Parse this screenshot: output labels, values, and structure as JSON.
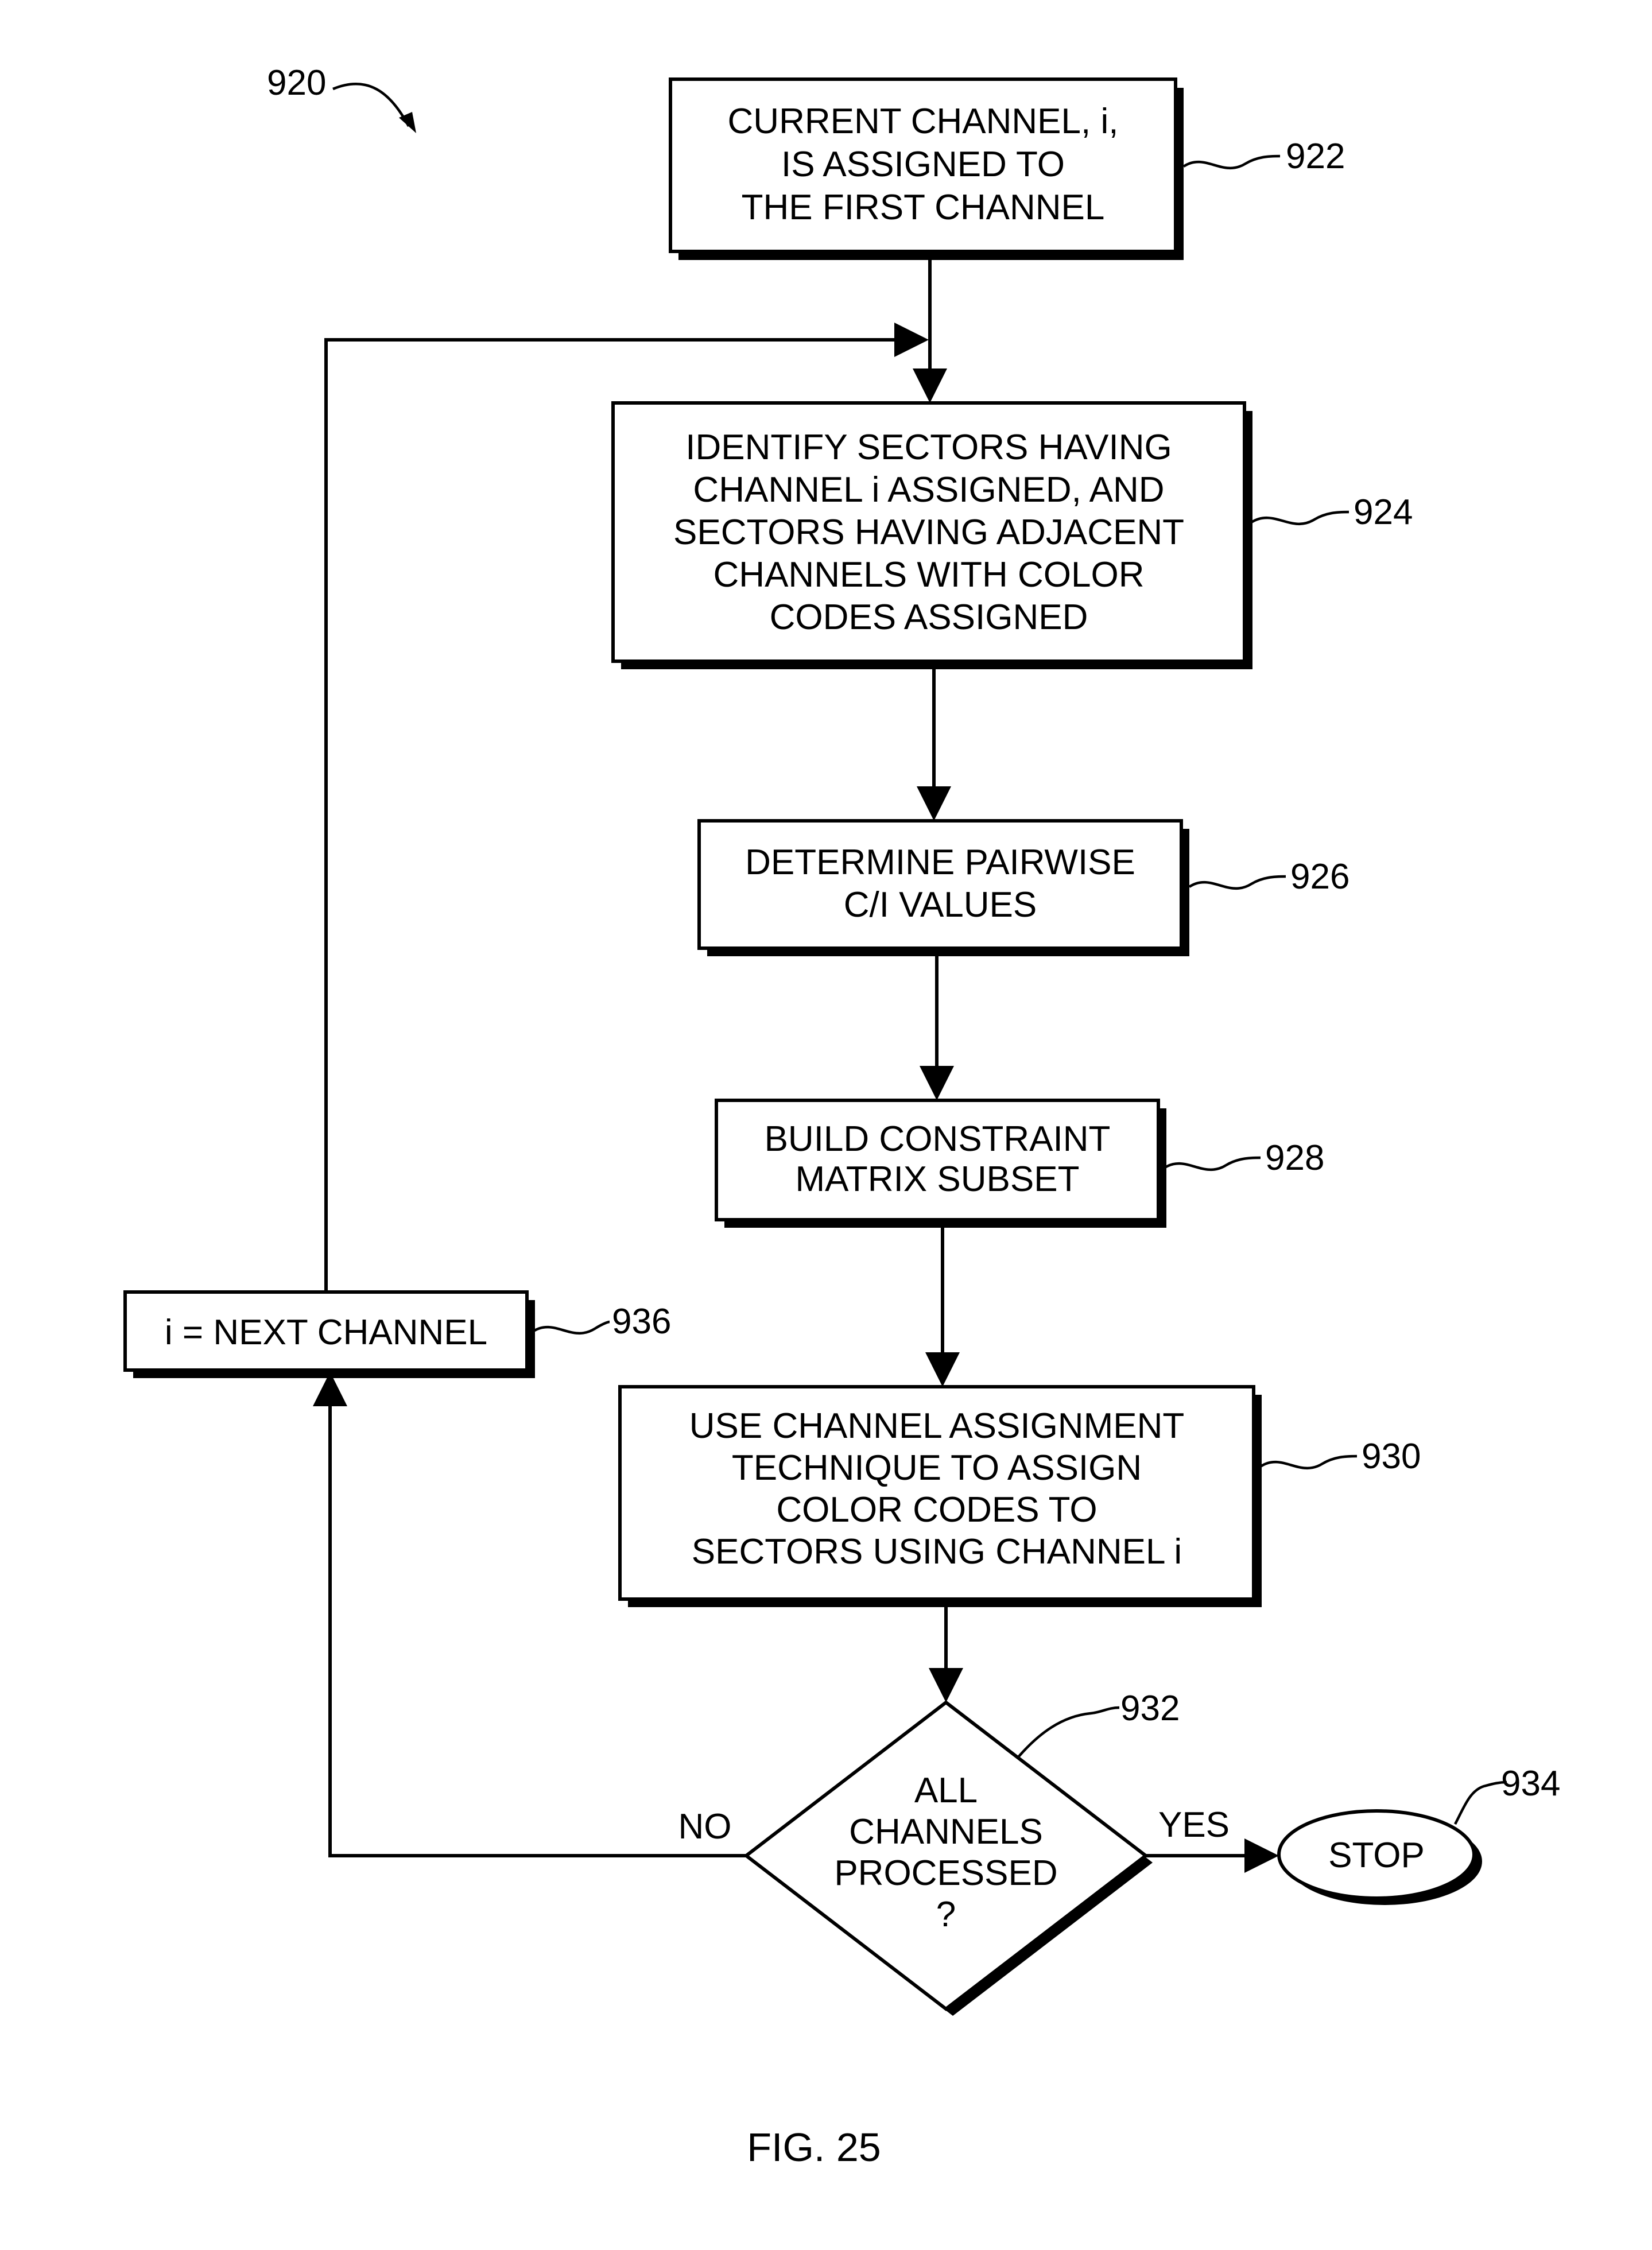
{
  "figure": {
    "ref": "920",
    "caption": "FIG. 25"
  },
  "steps": {
    "s922": {
      "ref": "922",
      "lines": [
        "CURRENT CHANNEL, i,",
        "IS ASSIGNED TO",
        "THE FIRST CHANNEL"
      ]
    },
    "s924": {
      "ref": "924",
      "lines": [
        "IDENTIFY SECTORS HAVING",
        "CHANNEL i ASSIGNED, AND",
        "SECTORS HAVING ADJACENT",
        "CHANNELS WITH COLOR",
        "CODES ASSIGNED"
      ]
    },
    "s926": {
      "ref": "926",
      "lines": [
        "DETERMINE PAIRWISE",
        "C/I VALUES"
      ]
    },
    "s928": {
      "ref": "928",
      "lines": [
        "BUILD CONSTRAINT",
        "MATRIX SUBSET"
      ]
    },
    "s930": {
      "ref": "930",
      "lines": [
        "USE CHANNEL ASSIGNMENT",
        "TECHNIQUE TO ASSIGN",
        "COLOR CODES TO",
        "SECTORS USING CHANNEL i"
      ]
    },
    "s932": {
      "ref": "932",
      "lines": [
        "ALL",
        "CHANNELS",
        "PROCESSED",
        "?"
      ]
    },
    "s934": {
      "ref": "934",
      "label": "STOP"
    },
    "s936": {
      "ref": "936",
      "label": "i = NEXT CHANNEL"
    }
  },
  "branches": {
    "no": "NO",
    "yes": "YES"
  }
}
